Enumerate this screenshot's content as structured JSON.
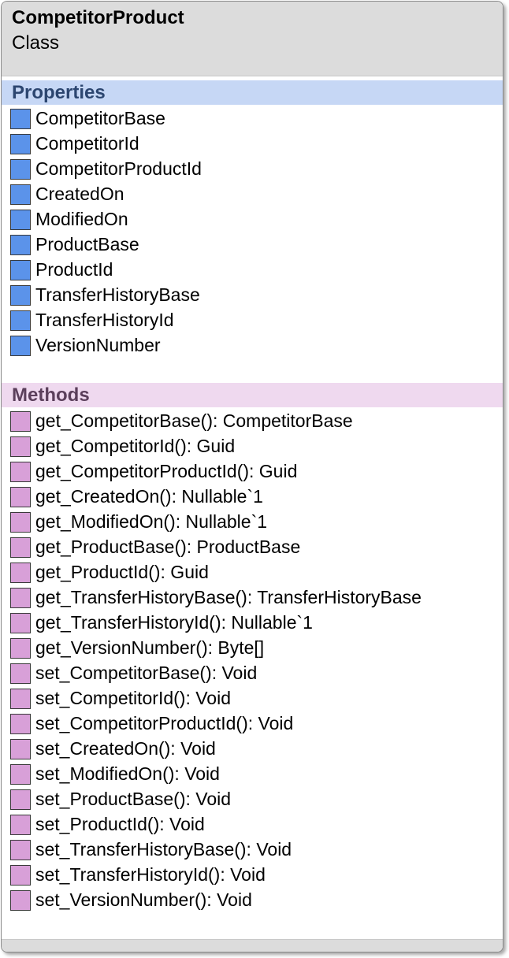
{
  "class": {
    "name": "CompetitorProduct",
    "kind": "Class"
  },
  "properties": {
    "title": "Properties",
    "items": [
      "CompetitorBase",
      "CompetitorId",
      "CompetitorProductId",
      "CreatedOn",
      "ModifiedOn",
      "ProductBase",
      "ProductId",
      "TransferHistoryBase",
      "TransferHistoryId",
      "VersionNumber"
    ]
  },
  "methods": {
    "title": "Methods",
    "items": [
      "get_CompetitorBase(): CompetitorBase",
      "get_CompetitorId(): Guid",
      "get_CompetitorProductId(): Guid",
      "get_CreatedOn(): Nullable`1",
      "get_ModifiedOn(): Nullable`1",
      "get_ProductBase(): ProductBase",
      "get_ProductId(): Guid",
      "get_TransferHistoryBase(): TransferHistoryBase",
      "get_TransferHistoryId(): Nullable`1",
      "get_VersionNumber(): Byte[]",
      "set_CompetitorBase(): Void",
      "set_CompetitorId(): Void",
      "set_CompetitorProductId(): Void",
      "set_CreatedOn(): Void",
      "set_ModifiedOn(): Void",
      "set_ProductBase(): Void",
      "set_ProductId(): Void",
      "set_TransferHistoryBase(): Void",
      "set_TransferHistoryId(): Void",
      "set_VersionNumber(): Void"
    ]
  },
  "icons": {
    "property": "property-icon",
    "method": "method-icon"
  },
  "colors": {
    "header_bg": "#dcdcdc",
    "properties_header_bg": "#c6d7f5",
    "properties_title": "#2c4670",
    "property_icon": "#5b93ea",
    "methods_header_bg": "#efd9ef",
    "methods_title": "#5b3f5b",
    "method_icon": "#d8a0d8"
  }
}
